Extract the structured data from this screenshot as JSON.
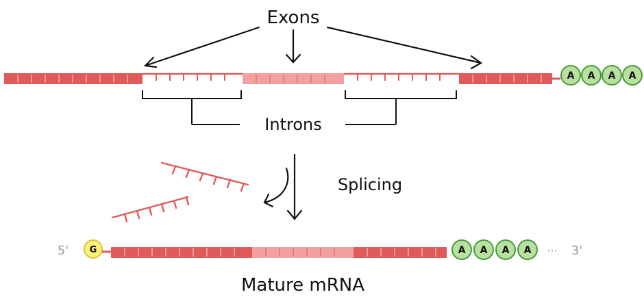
{
  "labels": {
    "exons": "Exons",
    "introns": "Introns",
    "splicing": "Splicing",
    "mature_mrna": "Mature mRNA",
    "five_prime": "5'",
    "three_prime": "3'",
    "cap": "G",
    "ellipsis": "···"
  },
  "poly_a_tail": [
    "A",
    "A",
    "A",
    "A"
  ],
  "colors": {
    "exon": "#e05a5a",
    "exon_light": "#f2a0a0",
    "intron_stroke": "#e05a5a",
    "poly_a_fill": "#b8e0a0",
    "poly_a_stroke": "#4a9a3a",
    "cap_fill": "#fff07a",
    "cap_stroke": "#d6c23a",
    "line": "#111111"
  }
}
